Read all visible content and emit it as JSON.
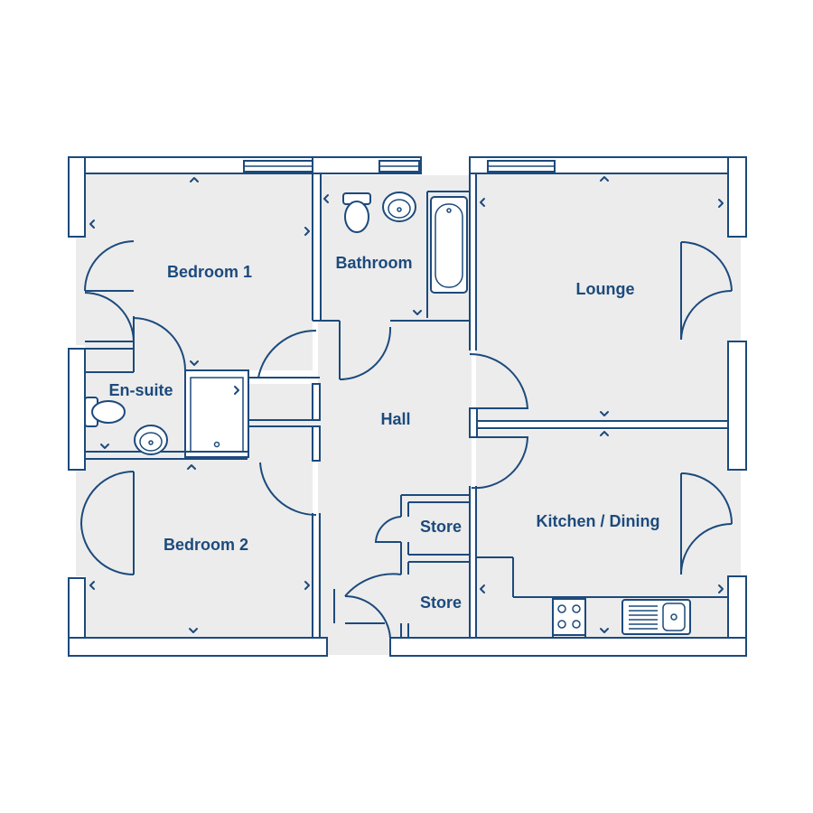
{
  "rooms": {
    "bedroom1": "Bedroom 1",
    "bathroom": "Bathroom",
    "lounge": "Lounge",
    "ensuite": "En-suite",
    "hall": "Hall",
    "bedroom2": "Bedroom 2",
    "store_upper": "Store",
    "store_lower": "Store",
    "kitchen": "Kitchen / Dining"
  },
  "colors": {
    "line": "#1c4a7c",
    "floor": "#ececec",
    "wall": "#ffffff"
  }
}
